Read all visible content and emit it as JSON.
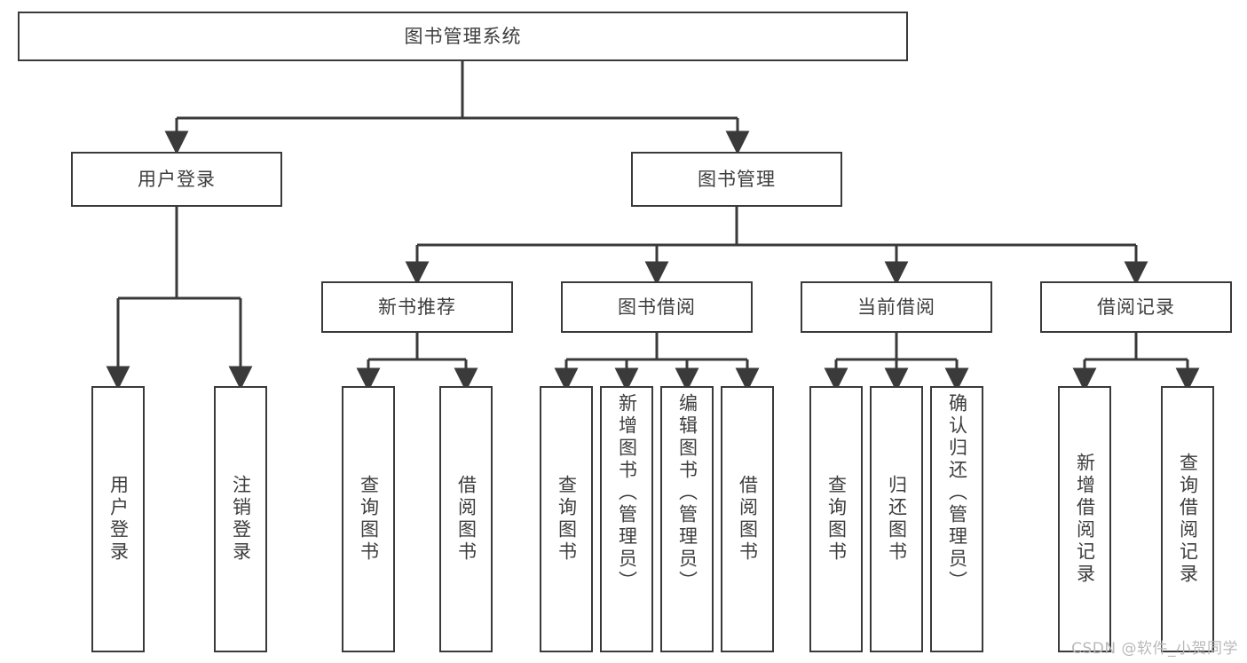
{
  "diagram": {
    "type": "tree-hierarchy",
    "title": "图书管理系统",
    "root": {
      "label": "图书管理系统"
    },
    "level2": [
      {
        "label": "用户登录"
      },
      {
        "label": "图书管理"
      }
    ],
    "level3": [
      {
        "label": "新书推荐"
      },
      {
        "label": "图书借阅"
      },
      {
        "label": "当前借阅"
      },
      {
        "label": "借阅记录"
      }
    ],
    "leaves": {
      "user_login": [
        {
          "label": "用户登录"
        },
        {
          "label": "注销登录"
        }
      ],
      "new_book_recommend": [
        {
          "label": "查询图书"
        },
        {
          "label": "借阅图书"
        }
      ],
      "book_borrow": [
        {
          "label": "查询图书"
        },
        {
          "label": "新增图书（管理员）"
        },
        {
          "label": "编辑图书（管理员）"
        },
        {
          "label": "借阅图书"
        }
      ],
      "current_borrow": [
        {
          "label": "查询图书"
        },
        {
          "label": "归还图书"
        },
        {
          "label": "确认归还（管理员）"
        }
      ],
      "borrow_record": [
        {
          "label": "新增借阅记录"
        },
        {
          "label": "查询借阅记录"
        }
      ]
    }
  },
  "watermark": {
    "text": "CSDN @软件_小贺同学"
  },
  "colors": {
    "border": "#3a3a3a",
    "text": "#3d3d3d",
    "background": "#ffffff",
    "watermark": "#b9b9b9"
  }
}
